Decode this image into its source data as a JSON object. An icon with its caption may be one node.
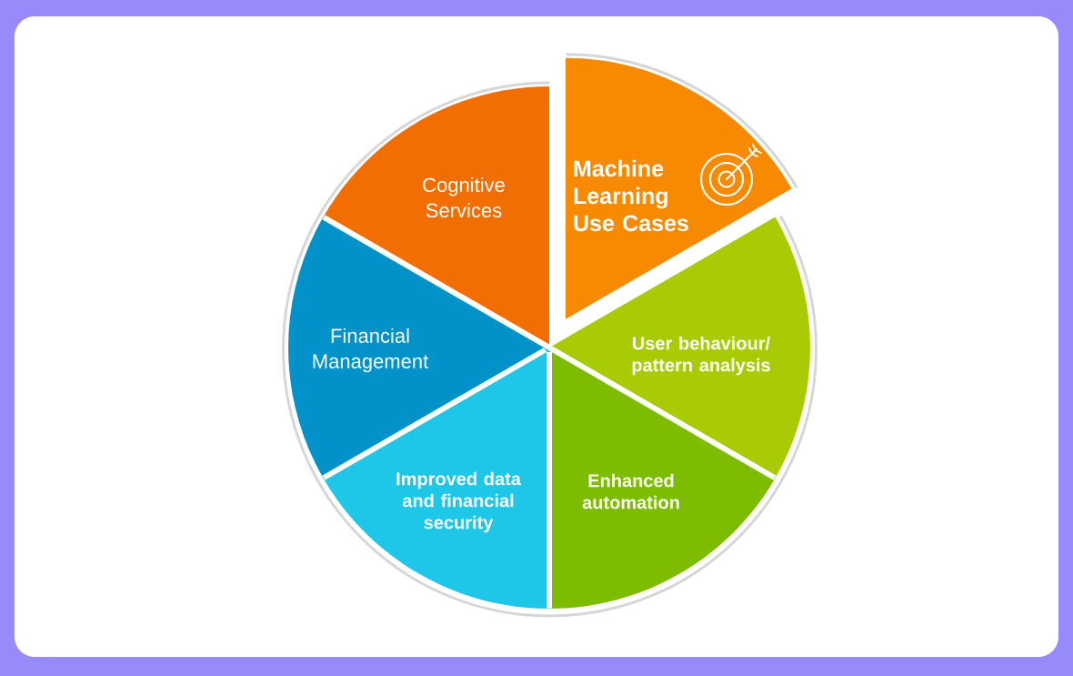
{
  "diagram": {
    "nodes": [
      {
        "text": [
          "Machine Learning Use Cases"
        ]
      },
      {
        "text": [
          "User behaviour/ pattern analysis"
        ]
      },
      {
        "text": [
          "Enhanced automation"
        ]
      },
      {
        "text": [
          "Improved data and financial security"
        ]
      },
      {
        "text": [
          "Financial Management"
        ]
      },
      {
        "text": [
          "Cognitive Services"
        ]
      }
    ]
  }
}
